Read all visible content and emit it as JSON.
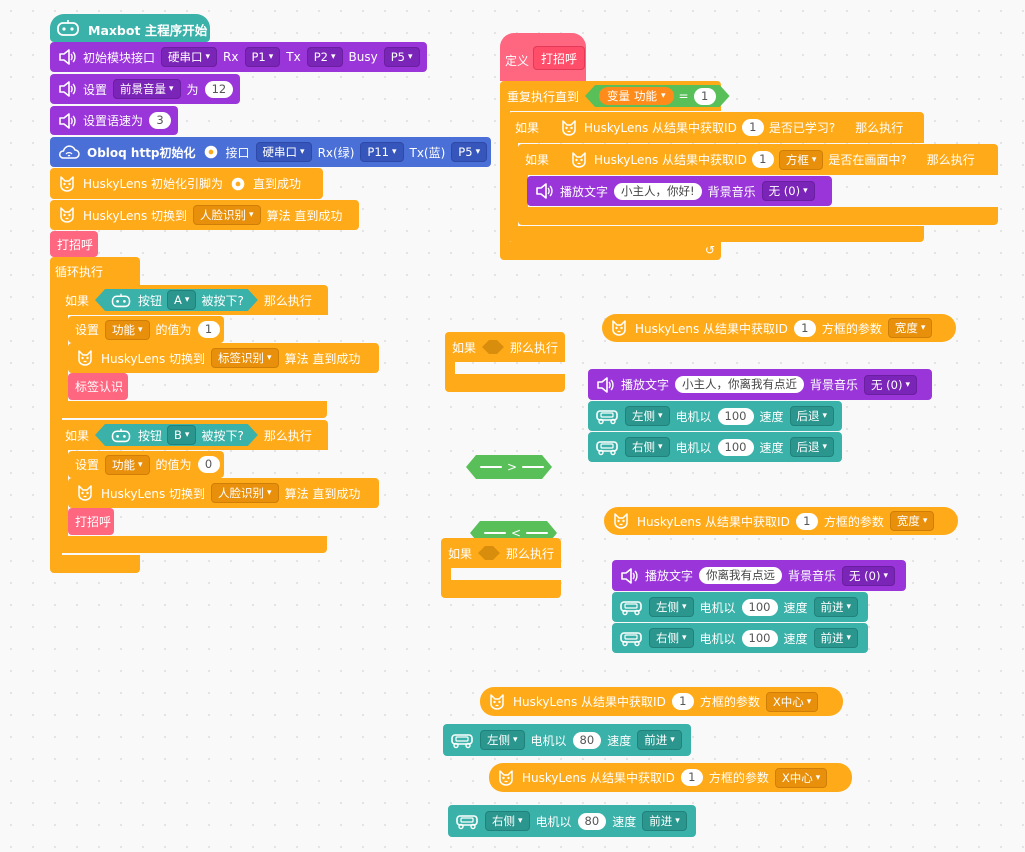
{
  "main": {
    "hat_label": "Maxbot 主程序开始",
    "init_module": {
      "label": "初始模块接口",
      "port": "硬串口",
      "rx_label": "Rx",
      "rx": "P1",
      "tx_label": "Tx",
      "tx": "P2",
      "busy_label": "Busy",
      "busy": "P5"
    },
    "set_volume": {
      "label": "设置",
      "target": "前景音量",
      "to_label": "为",
      "value": "12"
    },
    "set_speed": {
      "label": "设置语速为",
      "value": "3"
    },
    "obloq": {
      "label": "Obloq http初始化",
      "port_label": "接口",
      "port": "硬串口",
      "rx_label": "Rx(绿)",
      "rx": "P11",
      "tx_label": "Tx(蓝)",
      "tx": "P5"
    },
    "husky_init": {
      "label": "HuskyLens 初始化引脚为",
      "suffix": "直到成功"
    },
    "husky_switch": {
      "label": "HuskyLens 切换到",
      "algo": "人脸识别",
      "suffix": "算法 直到成功"
    },
    "call_greet": "打招呼",
    "loop_label": "循环执行",
    "if1": {
      "if_label": "如果",
      "button_label": "按钮",
      "button": "A",
      "pressed_label": "被按下?",
      "then_label": "那么执行",
      "set_label": "设置",
      "var": "功能",
      "value_label": "的值为",
      "value": "1",
      "switch_label": "HuskyLens 切换到",
      "algo": "标签识别",
      "switch_suffix": "算法 直到成功",
      "call": "标签认识"
    },
    "if2": {
      "if_label": "如果",
      "button_label": "按钮",
      "button": "B",
      "pressed_label": "被按下?",
      "then_label": "那么执行",
      "set_label": "设置",
      "var": "功能",
      "value_label": "的值为",
      "value": "0",
      "switch_label": "HuskyLens 切换到",
      "algo": "人脸识别",
      "switch_suffix": "算法 直到成功",
      "call": "打招呼"
    }
  },
  "define": {
    "define_label": "定义",
    "name": "打招呼",
    "repeat_label": "重复执行直到",
    "var_label": "变量",
    "var": "功能",
    "eq": "=",
    "eq_value": "1",
    "if_label": "如果",
    "husky_id_label": "HuskyLens 从结果中获取ID",
    "id1": "1",
    "learned_label": "是否已学习?",
    "then_label": "那么执行",
    "if2_label": "如果",
    "id2": "1",
    "box": "方框",
    "in_screen_label": "是否在画面中?",
    "then2_label": "那么执行",
    "play_label": "播放文字",
    "play_text": "小主人，你好!",
    "bgm_label": "背景音乐",
    "bgm": "无 (0)"
  },
  "loose": {
    "if_then": {
      "if_label": "如果",
      "then_label": "那么执行"
    },
    "gt": ">",
    "lt": "<",
    "if_then2": {
      "if_label": "如果",
      "then_label": "那么执行"
    },
    "husky_param1": {
      "label": "HuskyLens 从结果中获取ID",
      "id": "1",
      "suffix": "方框的参数",
      "param": "宽度"
    },
    "play1": {
      "label": "播放文字",
      "text": "小主人，你离我有点近",
      "bgm_label": "背景音乐",
      "bgm": "无 (0)"
    },
    "motor1": {
      "side": "左侧",
      "label": "电机以",
      "value": "100",
      "speed_label": "速度",
      "dir": "后退"
    },
    "motor2": {
      "side": "右侧",
      "label": "电机以",
      "value": "100",
      "speed_label": "速度",
      "dir": "后退"
    },
    "husky_param2": {
      "label": "HuskyLens 从结果中获取ID",
      "id": "1",
      "suffix": "方框的参数",
      "param": "宽度"
    },
    "play2": {
      "label": "播放文字",
      "text": "你离我有点远",
      "bgm_label": "背景音乐",
      "bgm": "无 (0)"
    },
    "motor3": {
      "side": "左侧",
      "label": "电机以",
      "value": "100",
      "speed_label": "速度",
      "dir": "前进"
    },
    "motor4": {
      "side": "右侧",
      "label": "电机以",
      "value": "100",
      "speed_label": "速度",
      "dir": "前进"
    },
    "husky_param3": {
      "label": "HuskyLens 从结果中获取ID",
      "id": "1",
      "suffix": "方框的参数",
      "param": "X中心"
    },
    "motor5": {
      "side": "左侧",
      "label": "电机以",
      "value": "80",
      "speed_label": "速度",
      "dir": "前进"
    },
    "husky_param4": {
      "label": "HuskyLens 从结果中获取ID",
      "id": "1",
      "suffix": "方框的参数",
      "param": "X中心"
    },
    "motor6": {
      "side": "右侧",
      "label": "电机以",
      "value": "80",
      "speed_label": "速度",
      "dir": "前进"
    }
  },
  "icons": {
    "speaker": "speaker-icon",
    "robot": "robot-icon",
    "cloud": "cloud-icon",
    "gear": "gear-icon",
    "car": "car-icon",
    "husky": "huskylens-icon"
  },
  "colors": {
    "control": "#ffab19",
    "speech": "#9a36d9",
    "motor": "#3ab2a9",
    "iot": "#4a6fd6",
    "function": "#ff6680",
    "operator": "#59c059"
  }
}
